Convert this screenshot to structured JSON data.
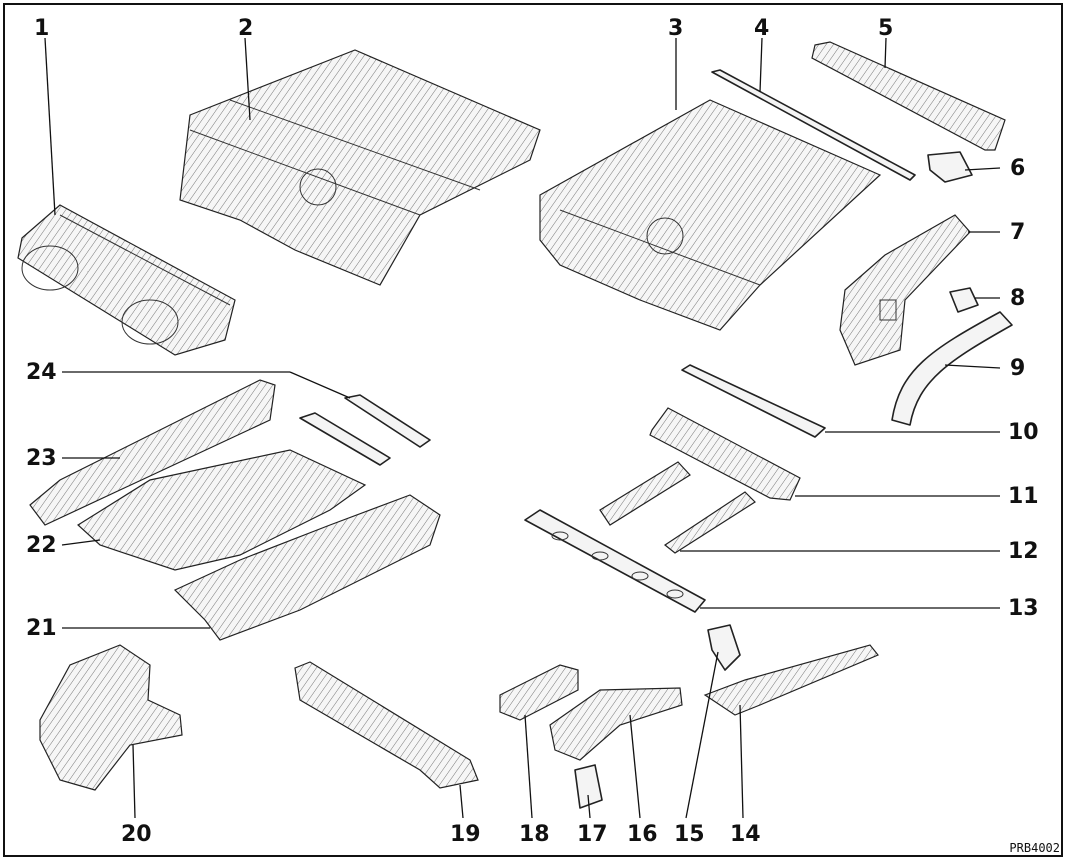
{
  "labels": [
    "1",
    "2",
    "3",
    "4",
    "5",
    "6",
    "7",
    "8",
    "9",
    "10",
    "11",
    "12",
    "13",
    "14",
    "15",
    "16",
    "17",
    "18",
    "19",
    "20",
    "21",
    "22",
    "23",
    "24"
  ],
  "reference_code": "PRB4002",
  "colors": {
    "ink": "#111111",
    "paper": "#ffffff"
  }
}
